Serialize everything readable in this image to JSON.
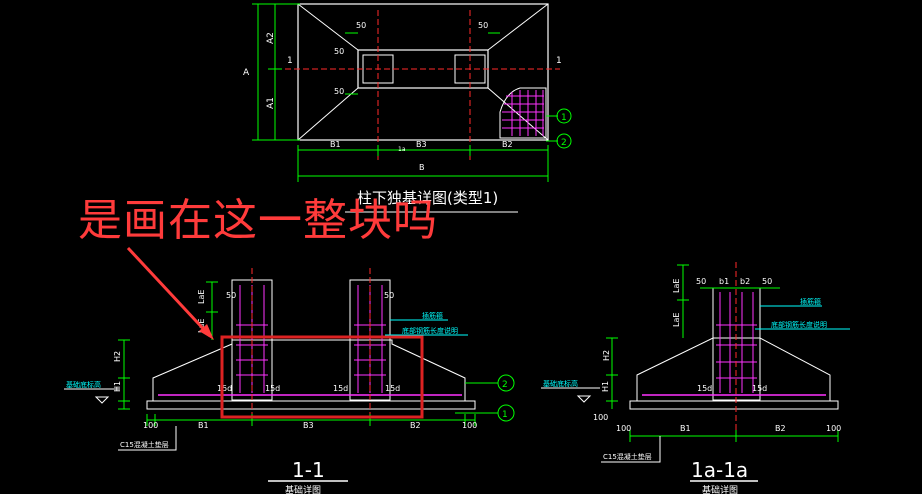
{
  "plan": {
    "title": "柱下独基详图(类型1)",
    "dims": {
      "a": "A",
      "a1": "A1",
      "a2": "A2",
      "b": "B",
      "b1": "B1",
      "b2": "B2",
      "b3": "B3",
      "n50": "50",
      "sec": "1",
      "sec_a": "1a"
    },
    "balloons": [
      "1",
      "2"
    ]
  },
  "section_1": {
    "label": "1-1",
    "sub": "基础详图",
    "dims": {
      "b1": "B1",
      "b2": "B2",
      "b3": "B3",
      "n100": "100",
      "n50": "50",
      "h1": "H1",
      "h2": "H2",
      "lae": "LaE",
      "d15": "15d"
    },
    "notes": {
      "base_elev": "基础底标高",
      "cushion": "C15混凝土垫层",
      "note_a": "插筋箍",
      "note_b": "底部钢筋长度说明"
    },
    "balloons": [
      "2",
      "1"
    ]
  },
  "section_1a": {
    "label": "1a-1a",
    "sub": "基础详图",
    "dims": {
      "b1": "B1",
      "b2": "B2",
      "sb1": "b1",
      "sb2": "b2",
      "n50": "50",
      "n100": "100",
      "h1": "H1",
      "h2": "H2",
      "lae": "LaE",
      "d15": "15d"
    },
    "notes": {
      "base_elev": "基础底标高",
      "cushion": "C15混凝土垫层",
      "note_a": "插筋箍",
      "note_b": "底部钢筋长度说明"
    }
  },
  "annotation": {
    "text": "是画在这一整块吗"
  },
  "colors": {
    "line": "#ffffff",
    "dim": "#00ff00",
    "rebar": "#ff33ff",
    "axis": "#ff2a2a",
    "note": "#00ffff",
    "highlight": "#dd2222"
  }
}
